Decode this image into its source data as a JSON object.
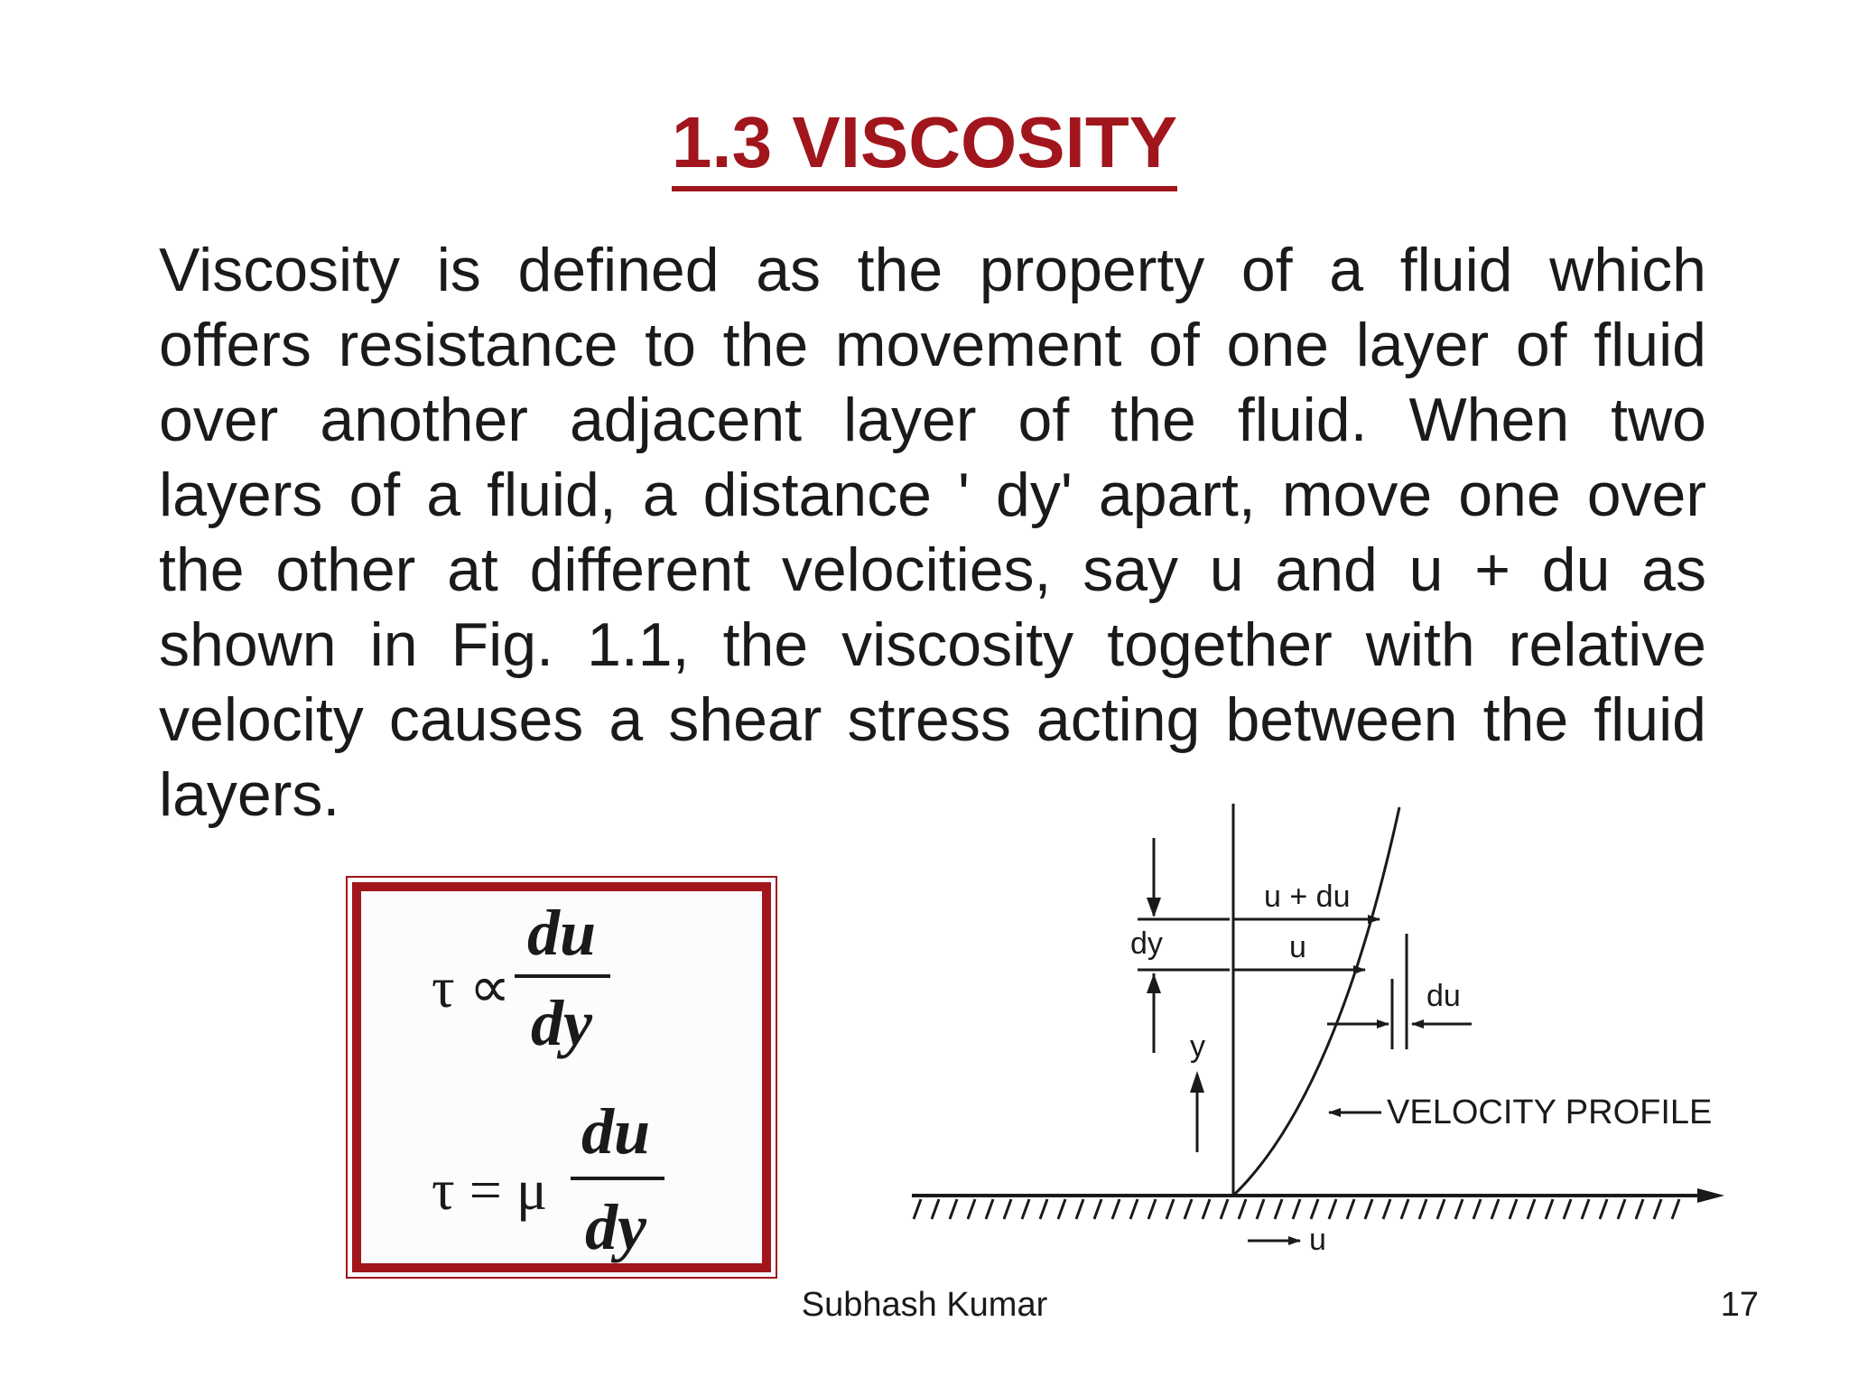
{
  "slide": {
    "title": "1.3 VISCOSITY",
    "paragraph_lines": [
      "Viscosity is defined as the property of a fluid which",
      "offers resistance to the movement of one layer of fluid",
      "over another adjacent layer of the fluid. When two",
      "layers of a fluid, a distance ' dy' apart, move one over",
      "the other at different velocities, say u and u + du as",
      "shown in Fig. 1.1, the viscosity together with relative",
      "velocity causes a shear stress acting between the fluid",
      "layers."
    ],
    "author": "Subhash Kumar",
    "page_number": "17"
  },
  "formulas": {
    "f1_lhs": "τ ∝",
    "f1_num": "du",
    "f1_den": "dy",
    "f2_lhs": "τ = μ",
    "f2_num": "du",
    "f2_den": "dy"
  },
  "figure": {
    "label_u_plus_du": "u + du",
    "label_u_top": "u",
    "label_dy": "dy",
    "label_du": "du",
    "label_y": "y",
    "label_profile": "VELOCITY PROFILE",
    "label_u_bottom": "u"
  },
  "colors": {
    "accent": "#a0161c",
    "text": "#1a1a1a"
  }
}
